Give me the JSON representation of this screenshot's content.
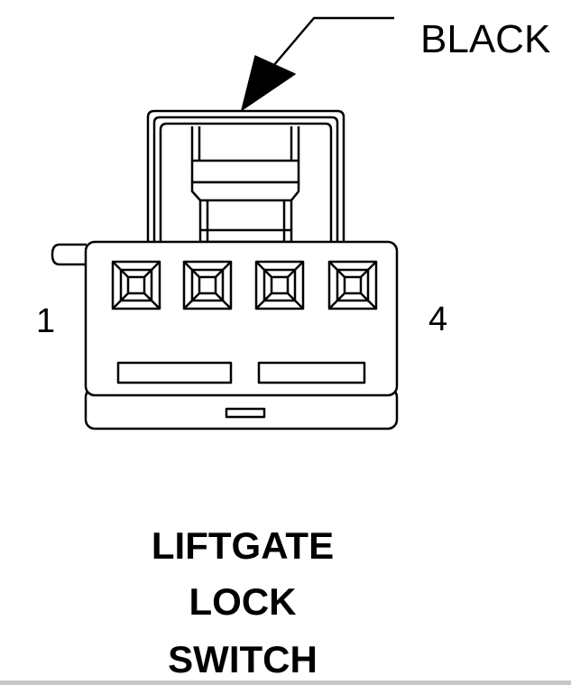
{
  "diagram": {
    "callout_label": "BLACK",
    "pin_left": "1",
    "pin_right": "4",
    "title_lines": [
      "LIFTGATE",
      "LOCK",
      "SWITCH"
    ],
    "connector": {
      "terminal_count": 4
    }
  }
}
